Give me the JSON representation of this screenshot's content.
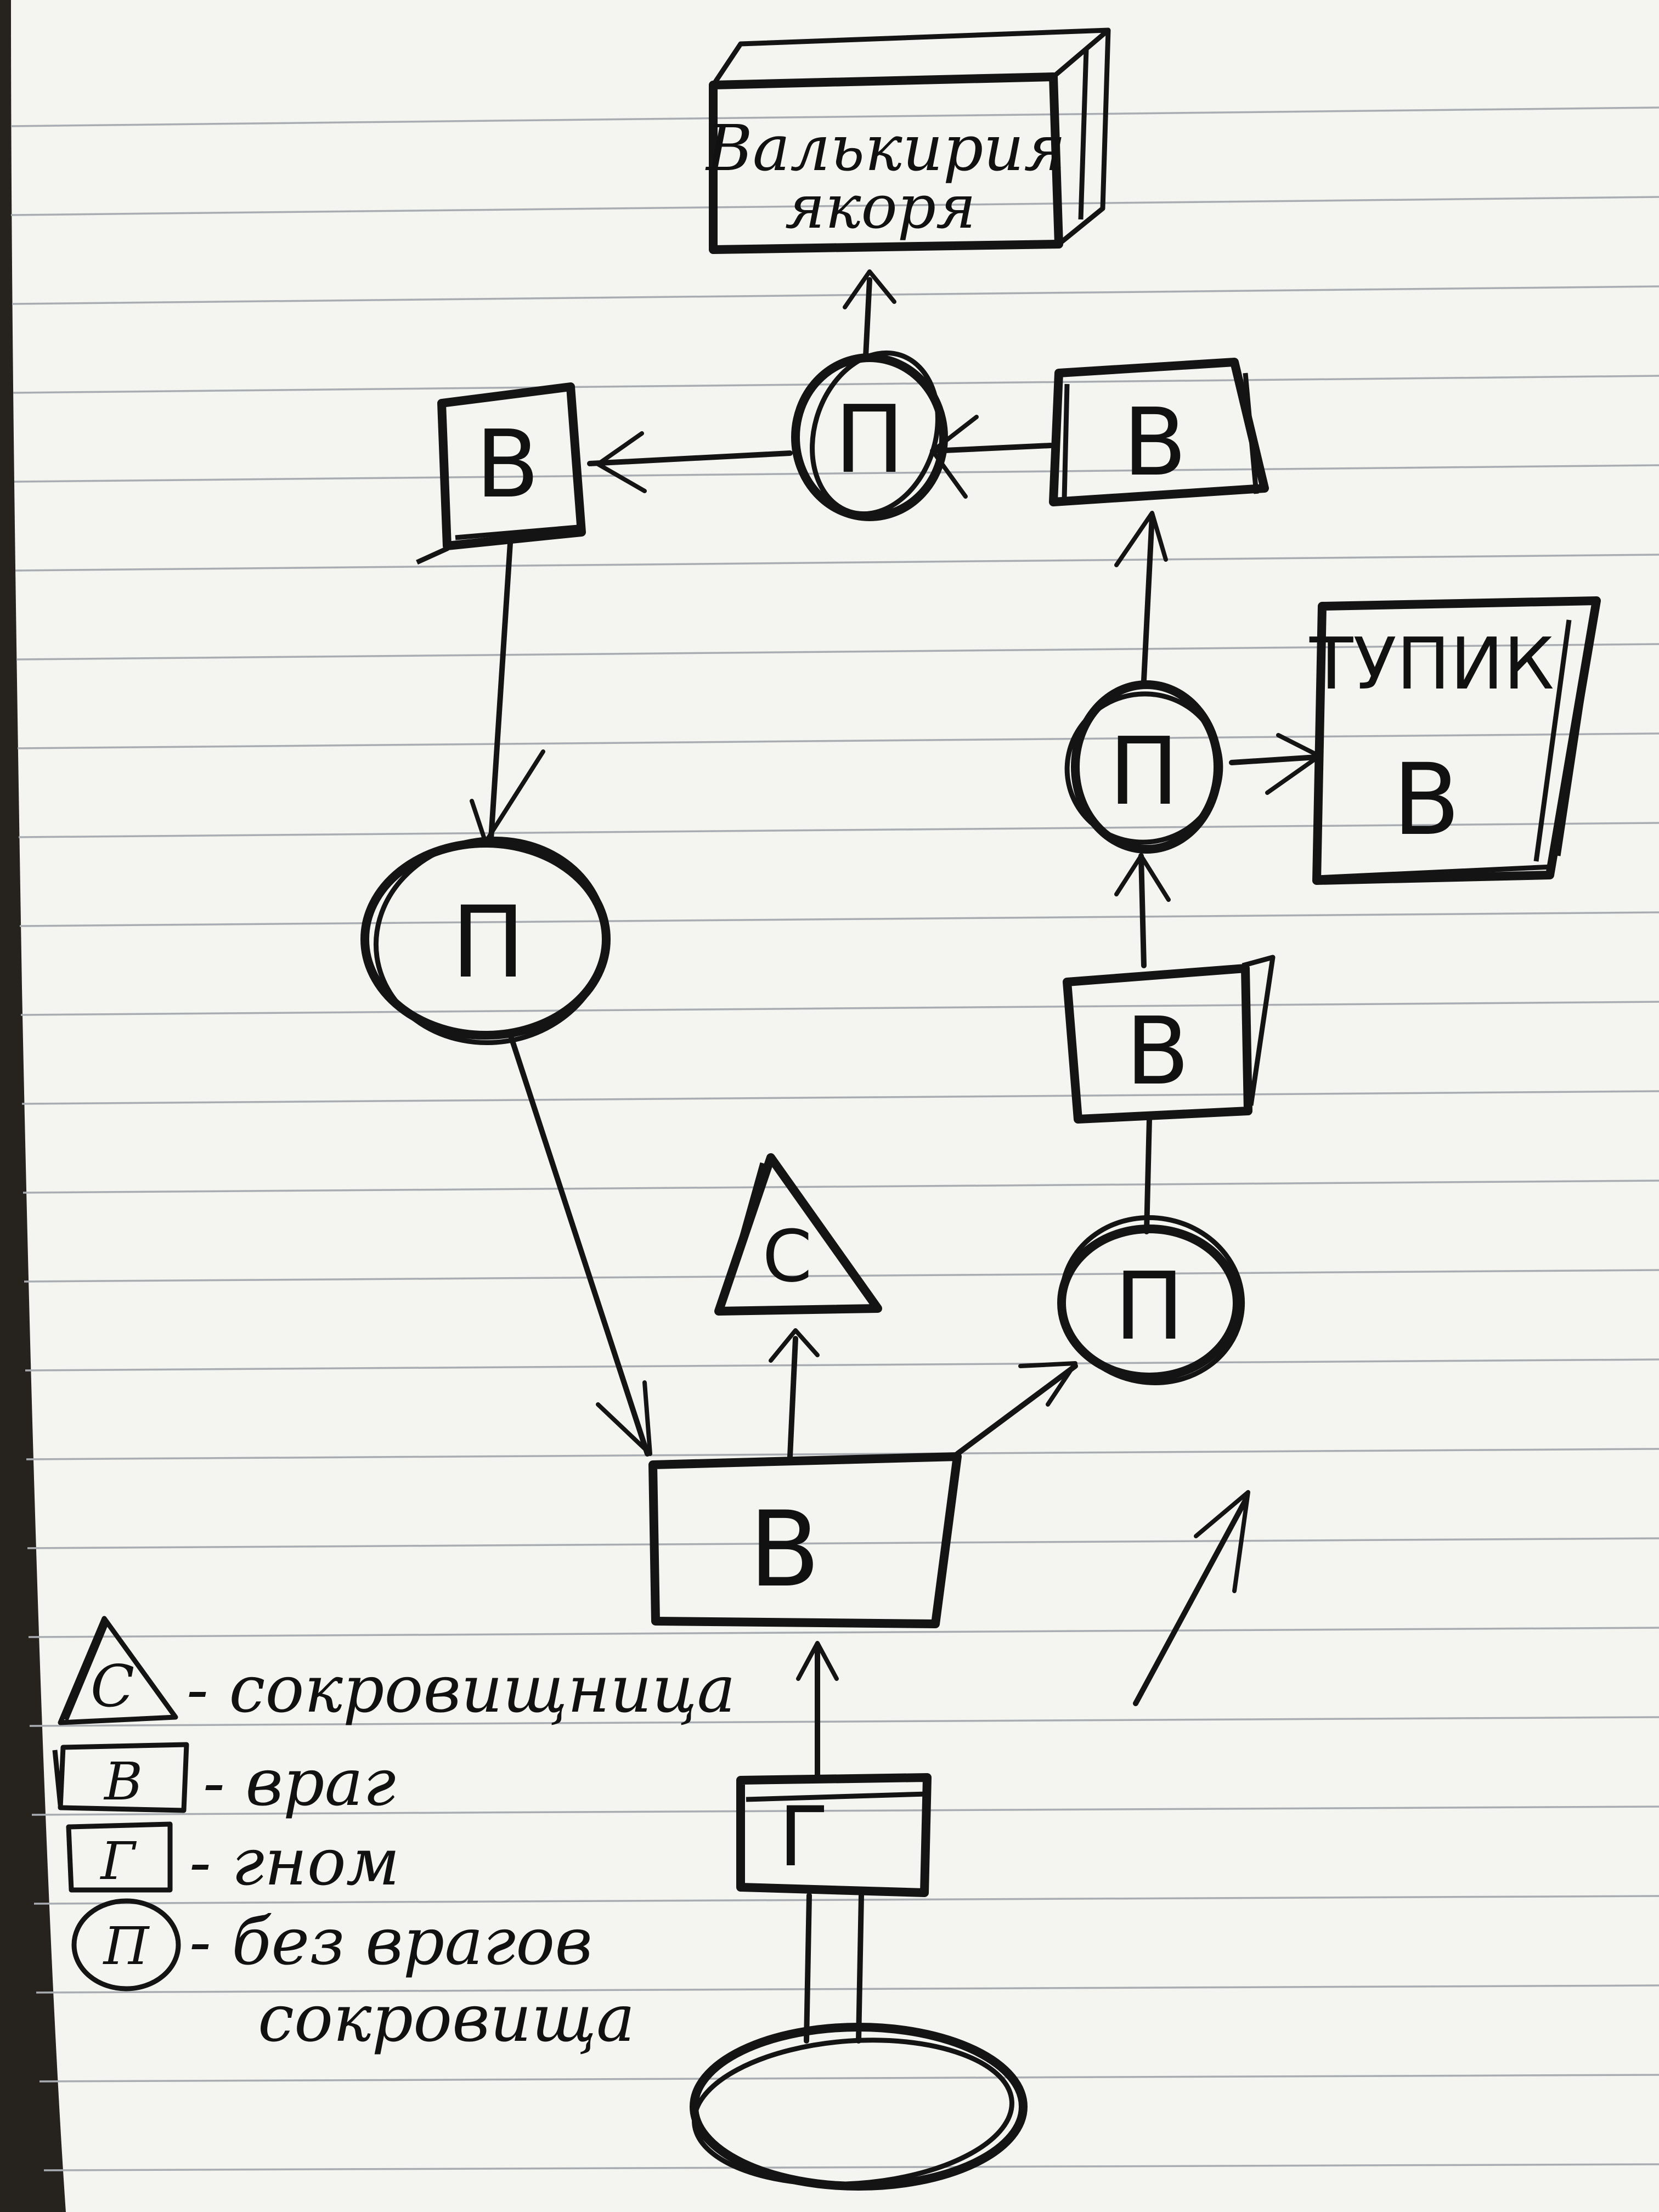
{
  "nodes": {
    "valkyrie_line1": "Валькирия",
    "valkyrie_line2": "якоря",
    "enemy_top_left": "В",
    "passage_top": "П",
    "enemy_top_right": "В",
    "dead_end_title": "ТУПИК",
    "dead_end_enemy": "В",
    "passage_right_upper": "П",
    "passage_left": "П",
    "enemy_right_mid": "В",
    "treasure": "С",
    "passage_right_lower": "П",
    "enemy_center": "В",
    "gnome": "Г"
  },
  "legend": [
    {
      "symbol": "С",
      "shape": "triangle",
      "text": "- сокровищница"
    },
    {
      "symbol": "В",
      "shape": "square",
      "text": "- враг"
    },
    {
      "symbol": "Г",
      "shape": "square",
      "text": "- гном"
    },
    {
      "symbol": "П",
      "shape": "circle",
      "text": "- без врагов"
    },
    {
      "symbol": "",
      "shape": "none",
      "text": "сокровища"
    }
  ]
}
